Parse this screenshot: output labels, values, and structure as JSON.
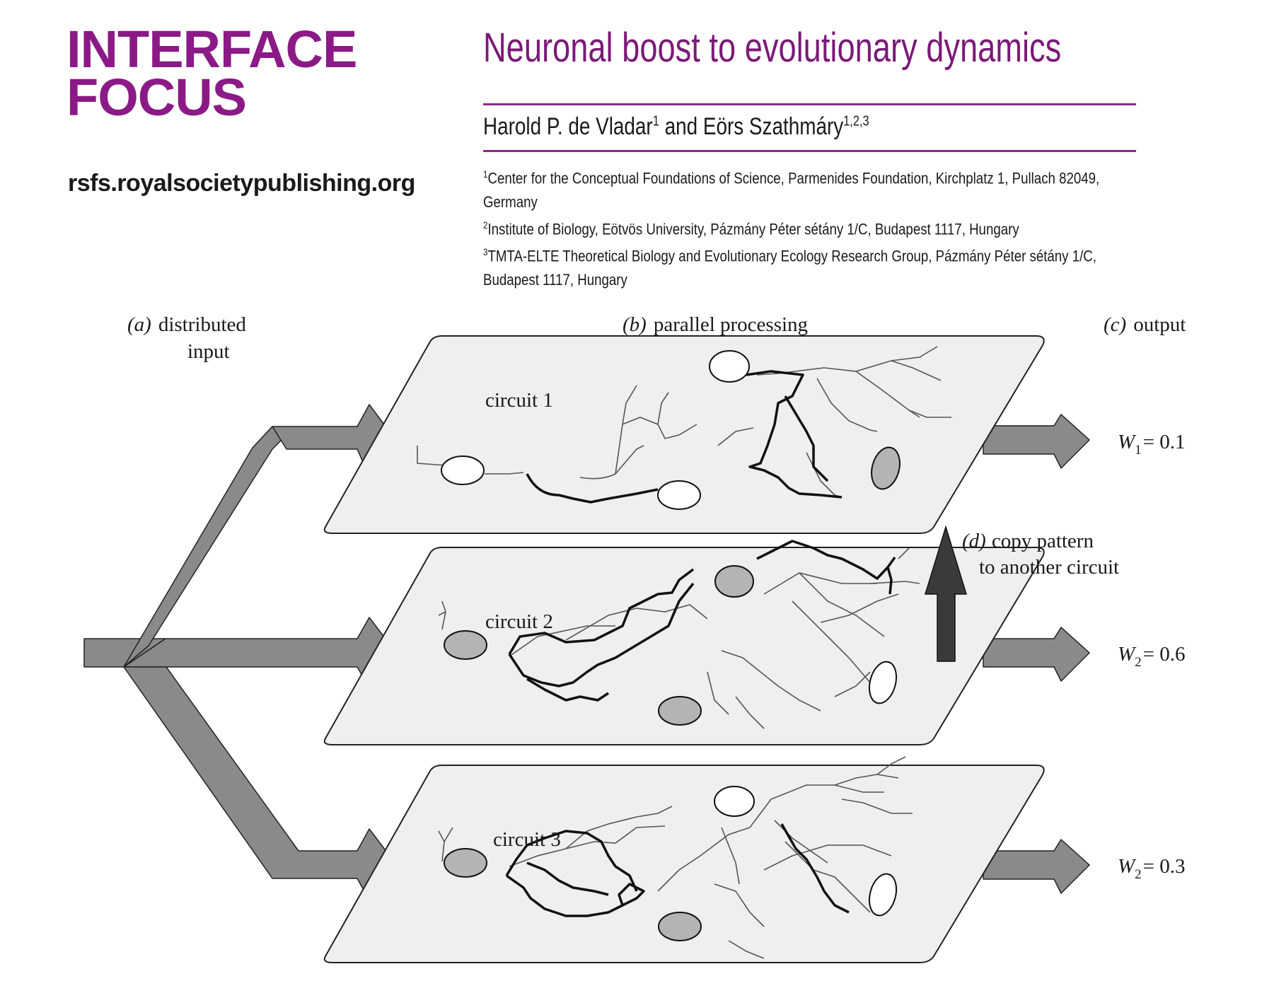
{
  "journal": {
    "name_line1": "INTERFACE",
    "name_line2": "FOCUS",
    "website": "rsfs.royalsocietypublishing.org",
    "brand_color": "#8b1a86"
  },
  "article": {
    "title": "Neuronal boost to evolutionary dynamics",
    "author1": "Harold P. de Vladar",
    "author1_sup": "1",
    "author_and": " and ",
    "author2": "Eörs Szathmáry",
    "author2_sup": "1,2,3",
    "affiliations": [
      {
        "num": "1",
        "text": "Center for the Conceptual Foundations of Science, Parmenides Foundation, Kirchplatz 1, Pullach 82049, Germany"
      },
      {
        "num": "2",
        "text": "Institute of Biology, Eötvös University, Pázmány Péter sétány 1/C, Budapest 1117, Hungary"
      },
      {
        "num": "3",
        "text": "TMTA-ELTE Theoretical Biology and Evolutionary Ecology Research Group, Pázmány Péter sétány 1/C, Budapest 1117, Hungary"
      }
    ]
  },
  "figure": {
    "panel_a_letter": "(a)",
    "panel_a_line1": "distributed",
    "panel_a_line2": "input",
    "panel_b_letter": "(b)",
    "panel_b_text": "parallel processing",
    "panel_c_letter": "(c)",
    "panel_c_text": "output",
    "panel_d_letter": "(d)",
    "panel_d_line1": "copy pattern",
    "panel_d_line2": "to another circuit",
    "circuits": [
      {
        "label": "circuit 1",
        "weight_sym": "W",
        "weight_sub": "1",
        "weight_val": "= 0.1"
      },
      {
        "label": "circuit 2",
        "weight_sym": "W",
        "weight_sub": "2",
        "weight_val": "= 0.6"
      },
      {
        "label": "circuit 3",
        "weight_sym": "W",
        "weight_sub": "2",
        "weight_val": "= 0.3"
      }
    ],
    "colors": {
      "plane": "#efefef",
      "arrow": "#8a8a8a",
      "copy_arrow": "#3a3a3a",
      "neuron_grey": "#b4b4b4"
    }
  }
}
